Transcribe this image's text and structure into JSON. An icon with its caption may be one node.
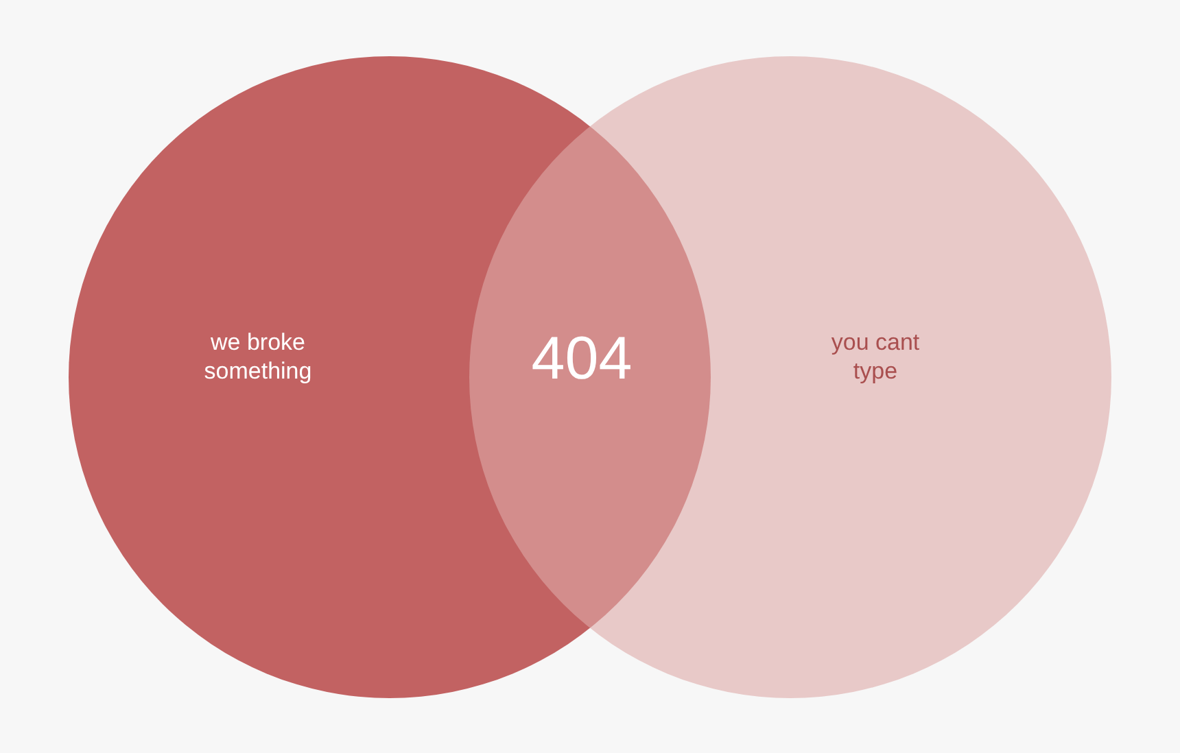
{
  "diagram": {
    "nodes": [
      {
        "text": [
          "we broke something"
        ]
      },
      {
        "text": [
          "you cant type"
        ]
      }
    ],
    "edges": [],
    "labels": [
      "404"
    ]
  }
}
